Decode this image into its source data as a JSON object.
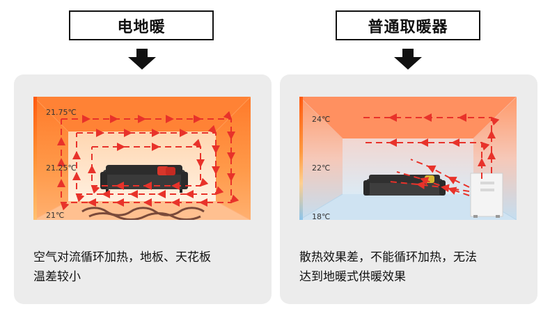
{
  "left": {
    "title": "电地暖",
    "temps": [
      "21.75℃",
      "21.25℃",
      "21℃"
    ],
    "caption_line1": "空气对流循环加热，地板、天花板",
    "caption_line2": "温差较小"
  },
  "right": {
    "title": "普通取暖器",
    "temps": [
      "24℃",
      "22℃",
      "18℃"
    ],
    "caption_line1": "散热效果差，不能循环加热，无法",
    "caption_line2": "达到地暖式供暖效果"
  },
  "colors": {
    "arrow": "#e8322a",
    "warm_orange": "#ff8a3a",
    "cool_blue": "#b6d8ee",
    "panel_bg": "#ececec"
  }
}
